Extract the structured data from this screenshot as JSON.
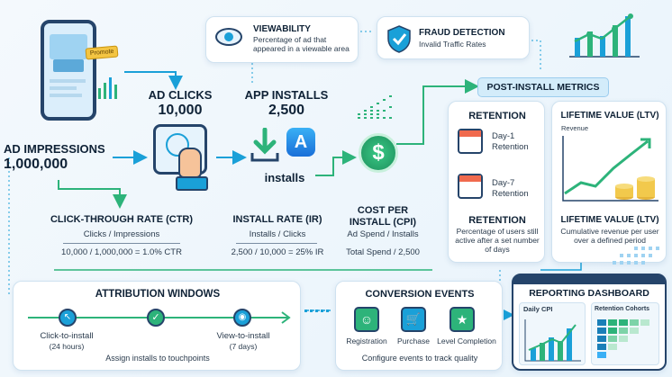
{
  "impressions": {
    "label": "AD IMPRESSIONS",
    "value": "1,000,000"
  },
  "ad_badge": "Promote",
  "clicks": {
    "label": "AD CLICKS",
    "value": "10,000"
  },
  "installs": {
    "label": "APP INSTALLS",
    "value": "2,500",
    "caption": "installs"
  },
  "viewability": {
    "title": "VIEWABILITY",
    "desc": "Percentage of ad that appeared in a viewable area"
  },
  "fraud": {
    "title": "FRAUD DETECTION",
    "desc": "Invalid Traffic Rates"
  },
  "ctr": {
    "title": "CLICK-THROUGH RATE (CTR)",
    "formula": "Clicks / Impressions",
    "calc": "10,000 / 1,000,000 = 1.0% CTR"
  },
  "ir": {
    "title": "INSTALL RATE (IR)",
    "formula": "Installs / Clicks",
    "calc": "2,500 / 10,000 = 25% IR"
  },
  "cpi": {
    "title_line1": "COST PER",
    "title_line2": "INSTALL (CPI)",
    "formula": "Ad Spend / Installs",
    "calc": "Total Spend / 2,500"
  },
  "post_install": {
    "title": "POST-INSTALL METRICS"
  },
  "retention": {
    "title": "RETENTION",
    "day1": "Day-1",
    "day1b": "Retention",
    "day7": "Day-7",
    "day7b": "Retention",
    "title2": "RETENTION",
    "desc": "Percentage of users still active after a set number of days"
  },
  "ltv": {
    "title": "LIFETIME VALUE (LTV)",
    "chart_label": "Revenue",
    "title2": "LIFETIME VALUE (LTV)",
    "desc": "Cumulative revenue per user over a defined period"
  },
  "attribution": {
    "title": "ATTRIBUTION WINDOWS",
    "left": "Click-to-install",
    "left_sub": "(24 hours)",
    "right": "View-to-install",
    "right_sub": "(7 days)",
    "footer": "Assign installs to touchpoints"
  },
  "conversion": {
    "title": "CONVERSION EVENTS",
    "events": [
      "Registration",
      "Purchase",
      "Level Completion"
    ],
    "footer": "Configure events to track quality"
  },
  "dashboard": {
    "title": "REPORTING DASHBOARD",
    "panel1": "Daily CPI",
    "panel2": "Retention Cohorts"
  },
  "colors": {
    "accent": "#1aa0d8",
    "green": "#2db37a",
    "navy": "#0f2236",
    "coral": "#f06a4e"
  }
}
